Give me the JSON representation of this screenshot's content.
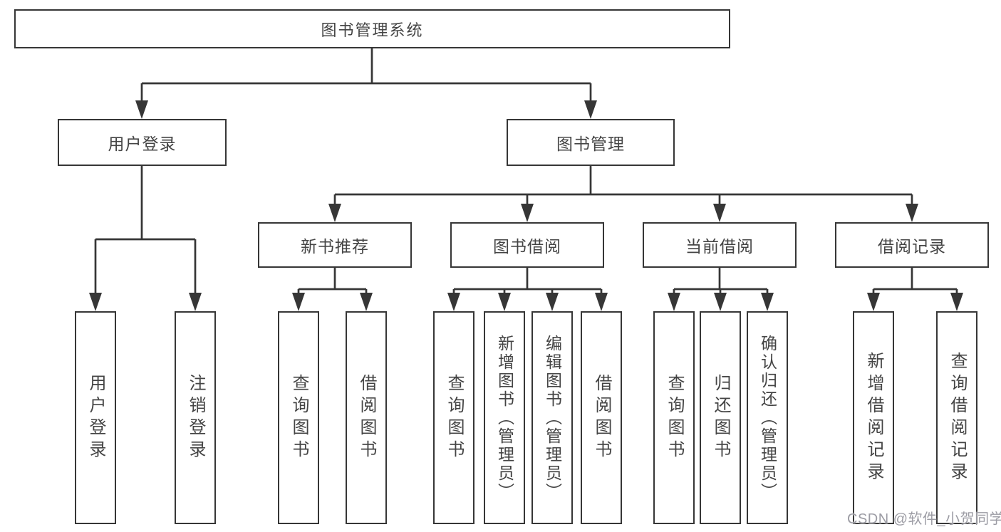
{
  "diagram": {
    "root": "图书管理系统",
    "branches": [
      {
        "label": "用户登录",
        "children": [
          "用户登录",
          "注销登录"
        ]
      },
      {
        "label": "图书管理",
        "groups": [
          {
            "label": "新书推荐",
            "children": [
              "查询图书",
              "借阅图书"
            ]
          },
          {
            "label": "图书借阅",
            "children": [
              "查询图书",
              "新增图书（管理员）",
              "编辑图书（管理员）",
              "借阅图书"
            ]
          },
          {
            "label": "当前借阅",
            "children": [
              "查询图书",
              "归还图书",
              "确认归还（管理员）"
            ]
          },
          {
            "label": "借阅记录",
            "children": [
              "新增借阅记录",
              "查询借阅记录"
            ]
          }
        ]
      }
    ]
  },
  "watermark": "CSDN @软件_小贺同学",
  "colors": {
    "line": "#363636",
    "text": "#444444",
    "watermark": "#9c9ca4",
    "background": "#ffffff"
  }
}
